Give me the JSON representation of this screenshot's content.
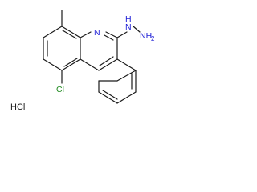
{
  "structure": {
    "atom_labels": {
      "ring_nitrogen": "N",
      "hydrazine_nh": "N",
      "hydrazine_h": "H",
      "hydrazine_nh2": "NH",
      "nh2_subscript": "2",
      "chlorine": "Cl"
    },
    "counter_ion": "HCl",
    "colors": {
      "bond": "#1a1a1a",
      "nitrogen": "#1f1fd6",
      "chlorine": "#1f8a1f",
      "text": "#1a1a1a"
    }
  }
}
